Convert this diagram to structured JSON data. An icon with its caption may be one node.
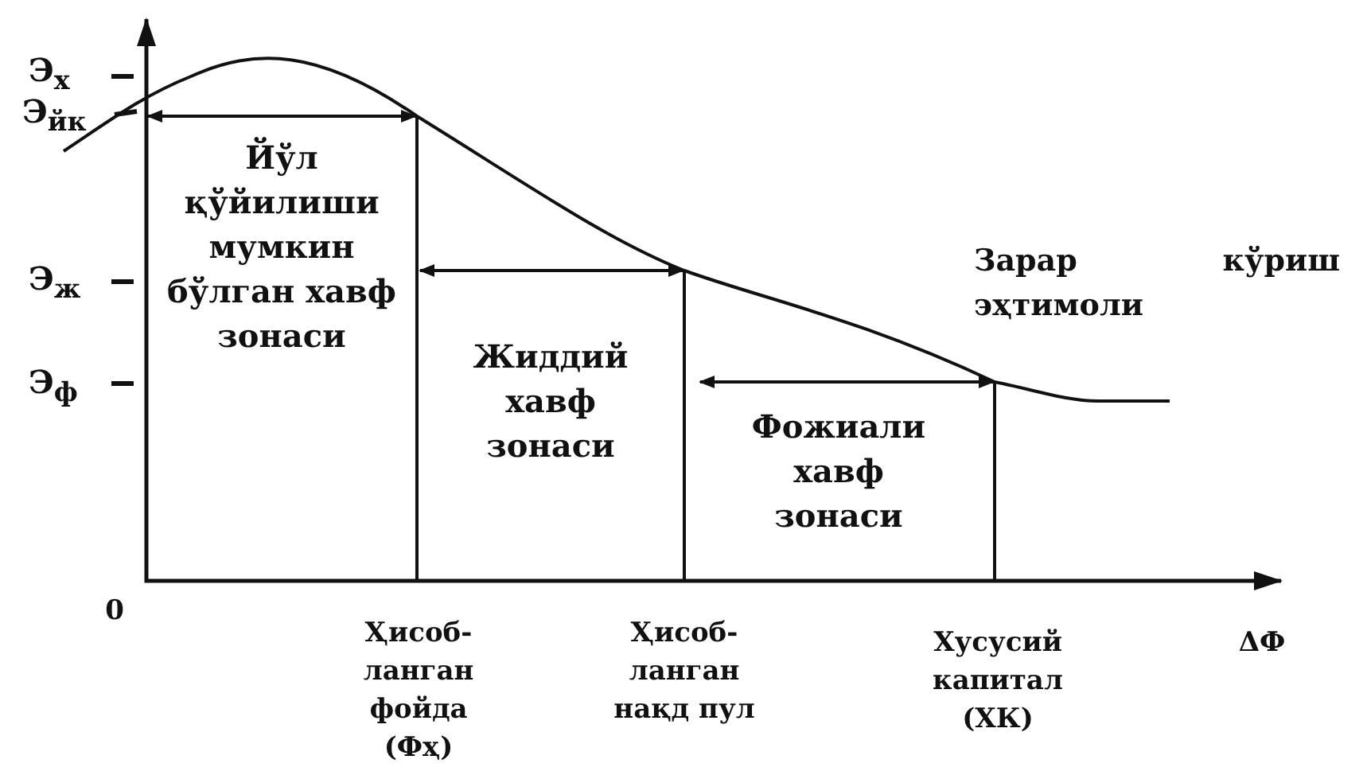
{
  "diagram": {
    "nodes": [
      {
        "text": [
          "Йўл қўйилиши мумкин бўлган хавф зонаси"
        ]
      },
      {
        "text": [
          "Жиддий хавф зонаси"
        ]
      },
      {
        "text": [
          "Фожиали хавф зонаси"
        ]
      }
    ],
    "labels": [
      "Э$_{х}$",
      "Э$_{йк}$",
      "Э$_{ж}$",
      "Э$_{ф}$",
      "Зарар кўриш эҳтимоли",
      "0",
      "Ҳисоб-ланган фойда (Фҳ)",
      "Ҳисоб-ланган нақд пул",
      "Хусусий капитал (ХК)",
      "ΔФ"
    ]
  }
}
